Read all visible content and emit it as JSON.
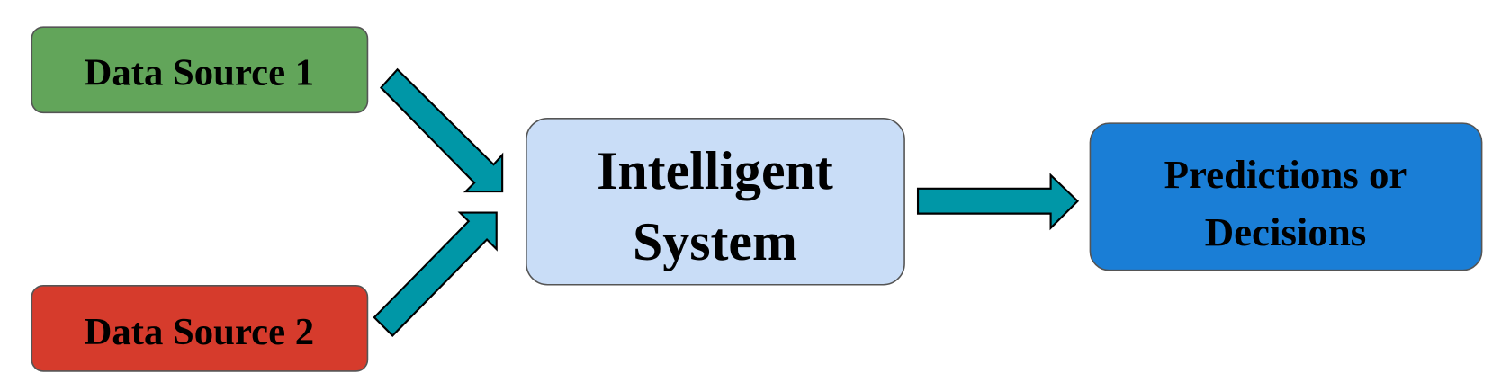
{
  "nodes": {
    "source1": {
      "label": "Data Source 1",
      "color": "#62a55a"
    },
    "source2": {
      "label": "Data Source 2",
      "color": "#d63b2c"
    },
    "system": {
      "line1": "Intelligent",
      "line2": "System",
      "color": "#c9ddf7"
    },
    "output": {
      "line1": "Predictions or",
      "line2": "Decisions",
      "color": "#1a7ed6"
    }
  },
  "arrow_color": "#0097a7"
}
